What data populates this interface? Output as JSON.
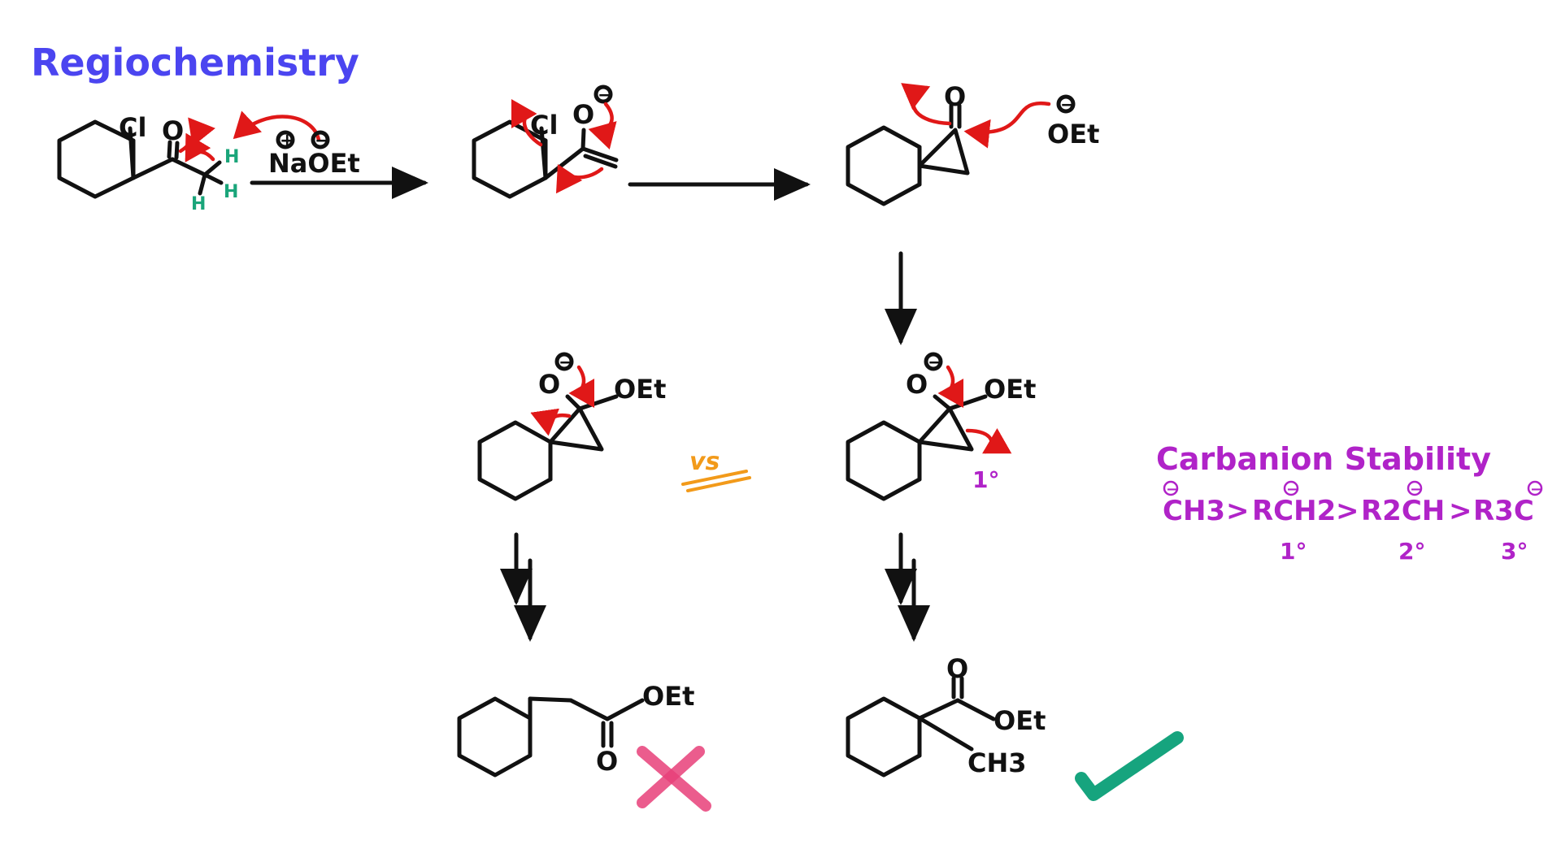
{
  "title": "Regiochemistry",
  "colors": {
    "title": "#4b45f0",
    "ink": "#111111",
    "arrow_red": "#e01818",
    "hydrogen_green": "#1aa57a",
    "purple": "#b023c8",
    "vs_orange": "#f29a1a",
    "cross_pink": "#e8407a",
    "check_green": "#16a47e"
  },
  "step1": {
    "chlorine": "Cl",
    "oxygen": "O",
    "hydrogen": "H",
    "reagent": "NaOEt",
    "plus": "+",
    "minus": "−"
  },
  "step2": {
    "chlorine": "Cl",
    "oxygen": "O",
    "minus": "−"
  },
  "step3": {
    "oxygen": "O",
    "nucleophile": "OEt",
    "minus": "−"
  },
  "intermediate_left": {
    "oxygen": "O",
    "ethoxy": "OEt",
    "minus": "−"
  },
  "intermediate_right": {
    "oxygen": "O",
    "ethoxy": "OEt",
    "minus": "−",
    "degree": "1°"
  },
  "vs_label": "vs",
  "product_left": {
    "oxygen": "O",
    "ethoxy": "OEt",
    "verdict_icon": "cross-icon"
  },
  "product_right": {
    "oxygen": "O",
    "ethoxy": "OEt",
    "methyl": "CH3",
    "verdict_icon": "check-icon"
  },
  "carbanion": {
    "heading": "Carbanion Stability",
    "order": [
      "CH3",
      ">",
      "RCH2",
      ">",
      "R2CH",
      ">",
      "R3C"
    ],
    "charge": "−",
    "degrees": [
      "1°",
      "2°",
      "3°"
    ]
  }
}
